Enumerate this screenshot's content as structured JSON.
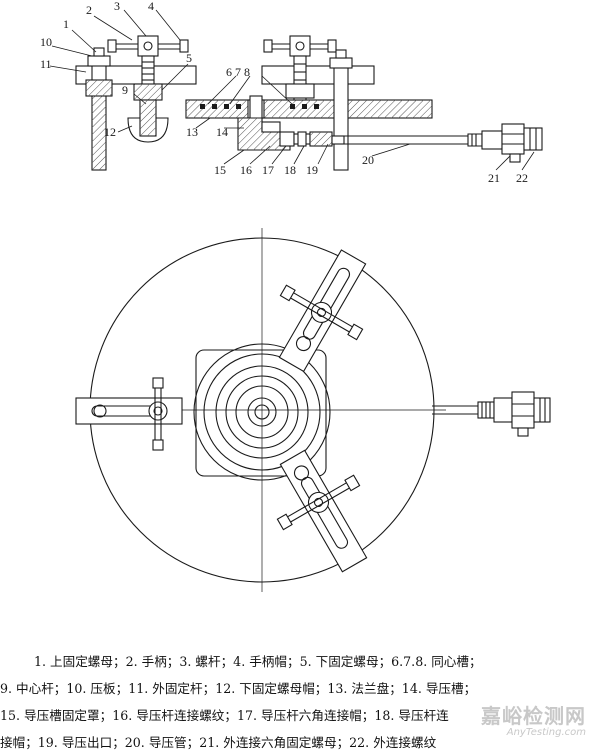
{
  "callouts": {
    "n1": "1",
    "n2": "2",
    "n3": "3",
    "n4": "4",
    "n5": "5",
    "n678": "6 7 8",
    "n9": "9",
    "n10": "10",
    "n11": "11",
    "n12": "12",
    "n13": "13",
    "n14": "14",
    "n15": "15",
    "n16": "16",
    "n17": "17",
    "n18": "18",
    "n19": "19",
    "n20": "20",
    "n21": "21",
    "n22": "22"
  },
  "caption": {
    "line1": "1. 上固定螺母；2. 手柄；3. 螺杆；4. 手柄帽；5. 下固定螺母；6.7.8. 同心槽；",
    "line2": "9. 中心杆；10. 压板；11. 外固定杆；12. 下固定螺母帽；13. 法兰盘；14. 导压槽；",
    "line3": "15. 导压槽固定罩；16. 导压杆连接螺纹；17. 导压杆六角连接帽；18. 导压杆连",
    "line4": "接帽；19. 导压出口；20. 导压管；21. 外连接六角固定螺母；22. 外连接螺纹"
  },
  "watermark": {
    "name": "嘉峪检测网",
    "url": "AnyTesting.com"
  },
  "colors": {
    "line": "#1a1a1a",
    "hatch": "#555555",
    "watermark": "#c8c8c8"
  }
}
